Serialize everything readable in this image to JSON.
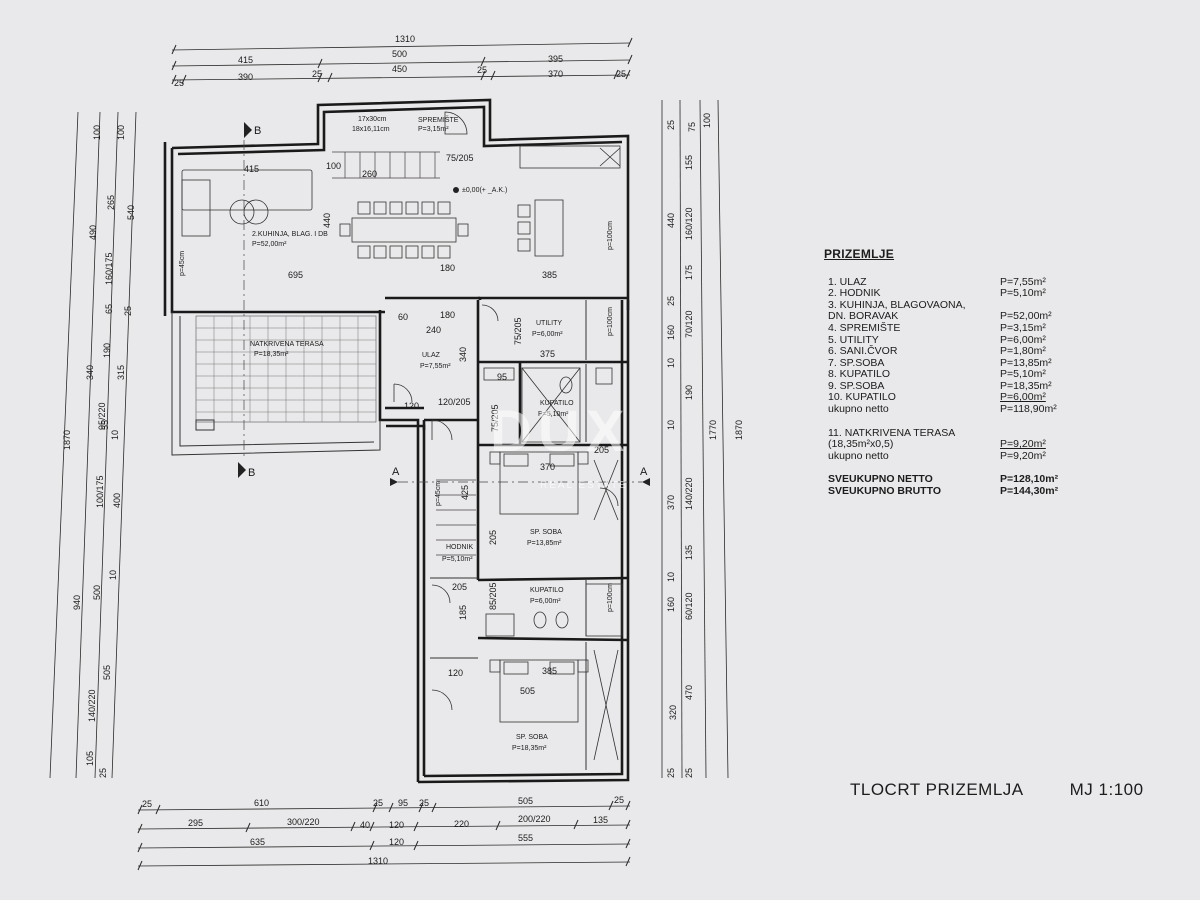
{
  "plan": {
    "title": "TLOCRT PRIZEMLJA",
    "scale": "MJ 1:100",
    "watermark": "DUX",
    "watermark_sub": "REAL ESTATE",
    "section_marks": [
      "B",
      "B",
      "A",
      "A"
    ],
    "level_mark": "±0,00(+ _A.K.)"
  },
  "dims": {
    "top": {
      "row1": [
        "1310"
      ],
      "row2": [
        "415",
        "500",
        "395"
      ],
      "row3": [
        "25",
        "390",
        "25",
        "450",
        "25",
        "370",
        "25"
      ]
    },
    "bottom": {
      "row1": [
        "25",
        "610",
        "25",
        "95",
        "25",
        "505",
        "25"
      ],
      "row2": [
        "295",
        "300/220",
        "40",
        "120",
        "220",
        "200/220",
        "135"
      ],
      "row3": [
        "635",
        "120",
        "555"
      ],
      "row4": [
        "1310"
      ]
    },
    "left": {
      "outer": [
        "1870"
      ],
      "mid": [
        "940",
        "490"
      ],
      "inner": [
        "100",
        "265",
        "160/175",
        "65",
        "190",
        "55",
        "100/175",
        "500",
        "140/220",
        "105"
      ],
      "inner2": [
        "100",
        "540",
        "25",
        "340",
        "95/220",
        "400",
        "10",
        "505",
        "25"
      ],
      "inner3": [
        "315",
        "10"
      ]
    },
    "right": {
      "outer": [
        "1870"
      ],
      "mid": [
        "1770",
        "100"
      ],
      "inner": [
        "75",
        "155",
        "160/120",
        "175",
        "70/120",
        "160",
        "190",
        "140/220",
        "135",
        "60/120",
        "160",
        "320",
        "25"
      ],
      "inner2": [
        "25",
        "440",
        "25",
        "10",
        "10",
        "370",
        "10",
        "470",
        "25"
      ]
    }
  },
  "rooms": [
    {
      "name": "2.KUHINJA, BLAG. I DB",
      "area": "P=52,00m²"
    },
    {
      "name": "NATKRIVENA TERASA",
      "area": "P=18,35m²"
    },
    {
      "name": "ULAZ",
      "area": "P=7,55m²"
    },
    {
      "name": "UTILITY",
      "area": "P=6,00m²"
    },
    {
      "name": "KUPATILO",
      "area": "P=5,10m²"
    },
    {
      "name": "SP. SOBA",
      "area": "P=13,85m²"
    },
    {
      "name": "HODNIK",
      "area": "P=5,10m²"
    },
    {
      "name": "KUPATILO",
      "area": "P=6,00m²"
    },
    {
      "name": "SP. SOBA",
      "area": "P=18,35m²"
    },
    {
      "name": "SPREMIŠTE",
      "area": "P=3,15m²"
    }
  ],
  "room_notes": [
    "17x30cm",
    "18x16,11cm",
    "p=45cm",
    "p=100cm",
    "p=45cm",
    "p=100cm",
    "p=100cm"
  ],
  "inner_dims": [
    "415",
    "440",
    "695",
    "180",
    "385",
    "100",
    "75/205",
    "260",
    "60",
    "240",
    "180",
    "340",
    "120",
    "120/205",
    "75/205",
    "375",
    "95",
    "370",
    "205",
    "205",
    "425",
    "205",
    "185",
    "120",
    "505",
    "385",
    "75/205",
    "85/205"
  ],
  "legend": {
    "heading": "PRIZEMLJE",
    "items": [
      {
        "label": "1.      ULAZ",
        "value": "P=7,55m²"
      },
      {
        "label": "2.      HODNIK",
        "value": "P=5,10m²"
      },
      {
        "label": "3.      KUHINJA, BLAGOVAONA,",
        "value": ""
      },
      {
        "label": "        DN. BORAVAK",
        "value": "P=52,00m²"
      },
      {
        "label": "4.      SPREMIŠTE",
        "value": "P=3,15m²"
      },
      {
        "label": "5.      UTILITY",
        "value": "P=6,00m²"
      },
      {
        "label": "6.      SANI.ČVOR",
        "value": "P=1,80m²"
      },
      {
        "label": "7.      SP.SOBA",
        "value": "P=13,85m²"
      },
      {
        "label": "8.      KUPATILO",
        "value": "P=5,10m²"
      },
      {
        "label": "9.      SP.SOBA",
        "value": "P=18,35m²"
      },
      {
        "label": "10.    KUPATILO",
        "value": "P=6,00m²"
      }
    ],
    "netto_label": "ukupno netto",
    "netto_value": "P=118,90m²",
    "terrace_label": "11.    NATKRIVENA TERASA",
    "terrace_sub_label": "      (18,35m²x0,5)",
    "terrace_value": "P=9,20m²",
    "terrace_netto_label": "ukupno netto",
    "terrace_netto_value": "P=9,20m²",
    "total_netto_label": "SVEUKUPNO NETTO",
    "total_netto_value": "P=128,10m²",
    "total_brutto_label": "SVEUKUPNO BRUTTO",
    "total_brutto_value": "P=144,30m²"
  }
}
